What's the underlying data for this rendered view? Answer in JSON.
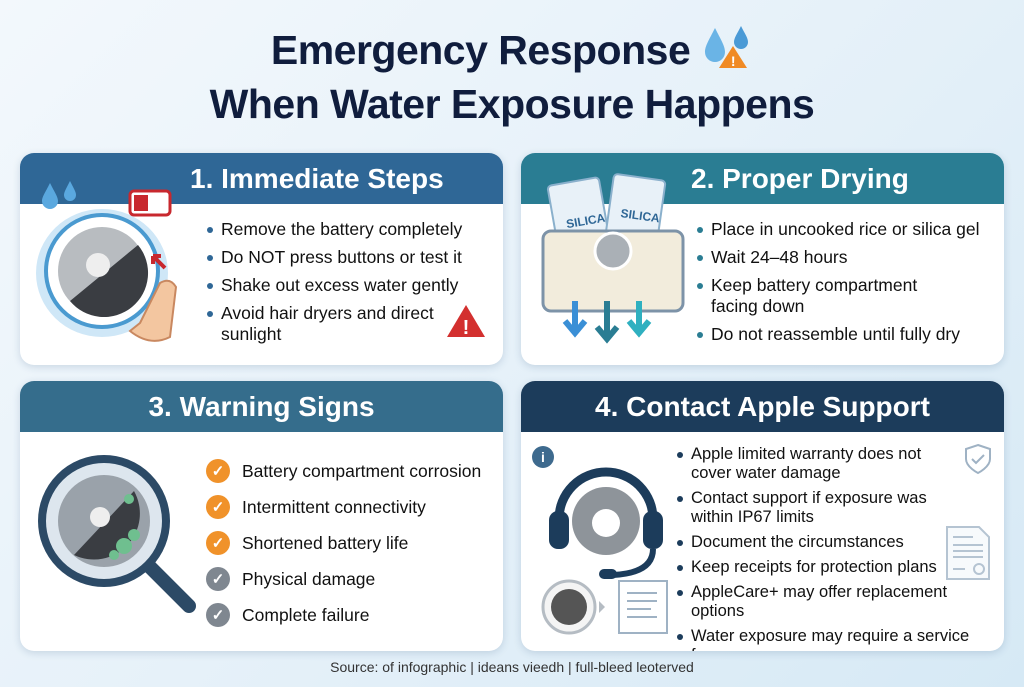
{
  "title": {
    "line1": "Emergency Response",
    "line2": "When Water Exposure Happens"
  },
  "cards": [
    {
      "heading": "1. Immediate Steps",
      "color": "#2f6796",
      "items": [
        "Remove the battery completely",
        "Do NOT press buttons or test it",
        "Shake out excess water gently",
        "Avoid hair dryers and direct sunlight"
      ]
    },
    {
      "heading": "2. Proper Drying",
      "color": "#2a7d93",
      "packet_label": "SILICA GEL",
      "items": [
        "Place in uncooked rice or silica gel",
        "Wait 24–48 hours",
        "Keep battery compartment facing down",
        "Do not reassemble until fully dry"
      ]
    },
    {
      "heading": "3. Warning Signs",
      "color": "#356d8c",
      "items": [
        {
          "text": "Battery compartment corrosion",
          "status": "orange"
        },
        {
          "text": "Intermittent connectivity",
          "status": "orange"
        },
        {
          "text": "Shortened battery life",
          "status": "orange"
        },
        {
          "text": "Physical damage",
          "status": "gray"
        },
        {
          "text": "Complete failure",
          "status": "gray"
        }
      ]
    },
    {
      "heading": "4. Contact Apple Support",
      "color": "#1c3c5b",
      "items": [
        "Apple limited warranty does not cover water damage",
        "Contact support if exposure was within IP67 limits",
        "Document the circumstances",
        "Keep receipts for protection plans",
        "AppleCare+ may offer replacement options",
        "Water exposure may require a service fee"
      ]
    }
  ],
  "status_colors": {
    "orange": "#f0922a",
    "gray": "#7f8790"
  },
  "footer": "Source: of infographic | ideans vieedh | full-bleed leoterved"
}
